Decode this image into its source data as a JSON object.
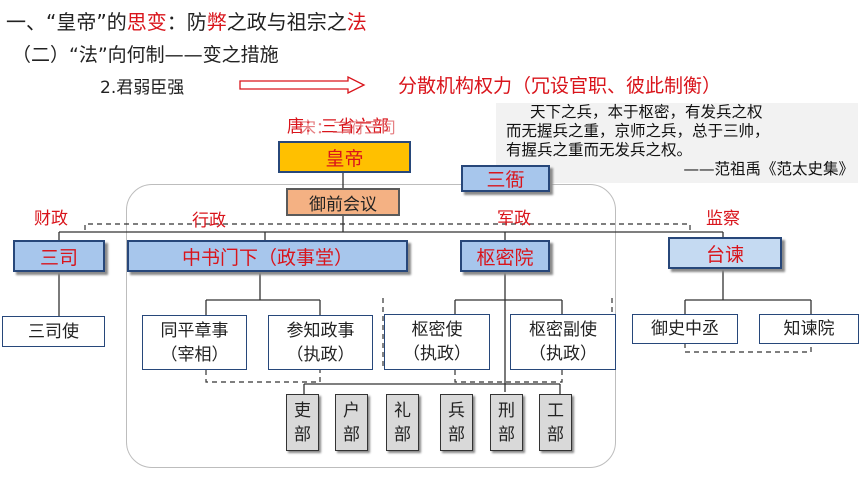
{
  "heading": {
    "prefix": "一、“皇帝”的",
    "red1": "思变",
    "mid": "：防",
    "red2": "弊",
    "suffix": "之政与祖宗之",
    "red3": "法"
  },
  "subheading": "（二）“法”向何制——变之措施",
  "point": {
    "label": "2.君弱臣强",
    "result": "分散机构权力（冗设官职、彼此制衡）"
  },
  "overlay_text": "唐：三省六部",
  "overlay_text2": "宋：二府三司",
  "quote": {
    "line1": "天下之兵，本于枢密，有发兵之权",
    "line2": "而无握兵之重，京师之兵，总于三帅，",
    "line3": "有握兵之重而无发兵之权。",
    "source": "——范祖禹《范太史集》"
  },
  "nodes": {
    "emperor": "皇帝",
    "council": "御前会议",
    "sanya": "三衙",
    "sansi": "三司",
    "zhongshu": "中书门下（政事堂）",
    "shumi": "枢密院",
    "taijian": "台谏",
    "sansishi": "三司使",
    "tongping": [
      "同平章事",
      "（宰相）"
    ],
    "canzhi": [
      "参知政事",
      "（执政）"
    ],
    "shumishi": [
      "枢密使",
      "（执政）"
    ],
    "shumifushi": [
      "枢密副使",
      "（执政）"
    ],
    "yushi": "御史中丞",
    "zhijian": "知谏院"
  },
  "categories": {
    "finance": "财政",
    "admin": "行政",
    "military": "军政",
    "supervision": "监察"
  },
  "departments": [
    [
      "吏",
      "部"
    ],
    [
      "户",
      "部"
    ],
    [
      "礼",
      "部"
    ],
    [
      "兵",
      "部"
    ],
    [
      "刑",
      "部"
    ],
    [
      "工",
      "部"
    ]
  ],
  "colors": {
    "accent_red": "#d9141b",
    "emperor_fill": "#ffc000",
    "council_fill": "#f4b183",
    "blue_fill": "#a7c6ec",
    "border_navy": "#27477a"
  }
}
